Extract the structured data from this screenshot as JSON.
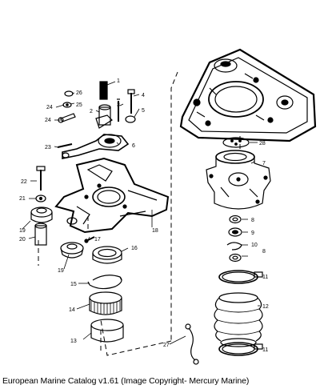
{
  "caption": "European Marine Catalog v1.61 (Image Copyright- Mercury Marine)",
  "callouts": [
    "1",
    "2",
    "3",
    "4",
    "5",
    "6",
    "7",
    "8",
    "9",
    "10",
    "11",
    "12",
    "13",
    "14",
    "15",
    "16",
    "17",
    "18",
    "19",
    "20",
    "21",
    "22",
    "23",
    "24",
    "25",
    "26",
    "27",
    "28"
  ]
}
